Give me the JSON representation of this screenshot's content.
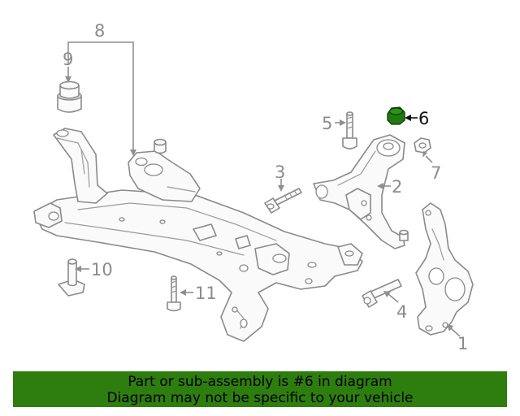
{
  "diagram": {
    "callouts": [
      "1",
      "2",
      "3",
      "4",
      "5",
      "6",
      "7",
      "8",
      "9",
      "10",
      "11"
    ],
    "highlighted_callout": "6",
    "highlight_color": "#1f7a0f"
  },
  "banner": {
    "background": "#2e7d0f",
    "line1": "Part or sub-assembly is #6 in diagram",
    "line2": "Diagram may not be specific to your vehicle"
  }
}
